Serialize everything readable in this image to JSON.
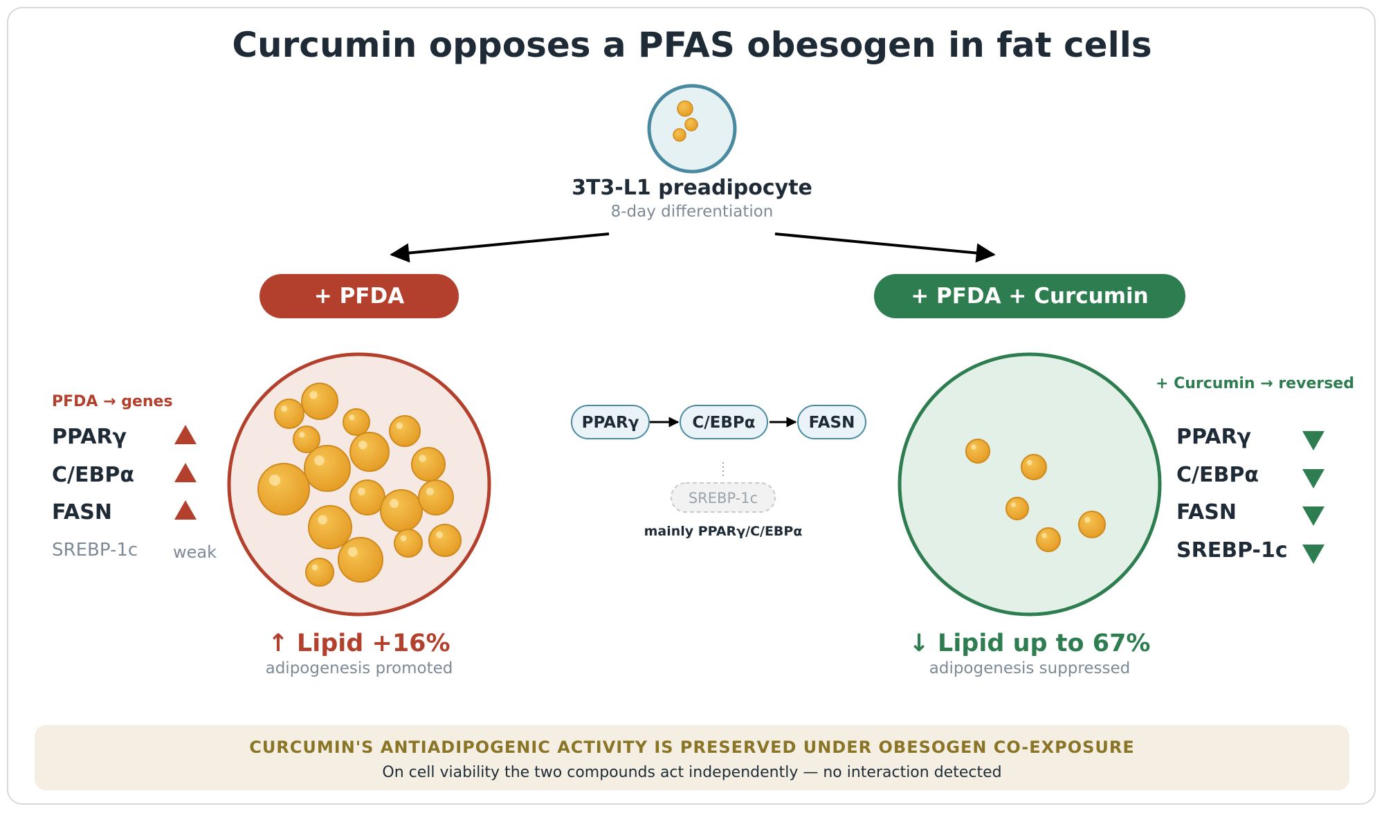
{
  "title": "Curcumin opposes a PFAS obesogen in fat cells",
  "start_cell": {
    "label": "3T3-L1 preadipocyte",
    "sublabel": "8-day differentiation"
  },
  "pfda_branch": {
    "pill": "+ PFDA",
    "genes_heading": "PFDA → genes",
    "genes": [
      "PPARγ",
      "C/EBPα",
      "FASN",
      "SREBP-1c"
    ],
    "srebp_note": "weak",
    "result": "↑ Lipid +16%",
    "result_sub": "adipogenesis promoted"
  },
  "curcumin_branch": {
    "pill": "+ PFDA + Curcumin",
    "genes_heading": "+ Curcumin → reversed",
    "genes": [
      "PPARγ",
      "C/EBPα",
      "FASN",
      "SREBP-1c"
    ],
    "result": "↓ Lipid up to 67%",
    "result_sub": "adipogenesis suppressed"
  },
  "pathway": {
    "nodes": [
      "PPARγ",
      "C/EBPα",
      "FASN"
    ],
    "minor_node": "SREBP-1c",
    "note": "mainly PPARγ/C/EBPα"
  },
  "banner": {
    "headline": "CURCUMIN'S ANTIADIPOGENIC ACTIVITY IS PRESERVED UNDER OBESOGEN CO-EXPOSURE",
    "subtext": "On cell viability the two compounds act independently — no interaction detected"
  },
  "colors": {
    "dark_text": "#1e2b36",
    "gray_text": "#7d8a96",
    "pfda_red": "#b3402c",
    "curcumin_green": "#2e7d50",
    "lipid_orange": "#e8a52d",
    "banner_bg": "#f4efe2",
    "banner_text": "#8a7426",
    "node_fill": "#eaf3f7",
    "node_stroke": "#4a8aa0"
  }
}
